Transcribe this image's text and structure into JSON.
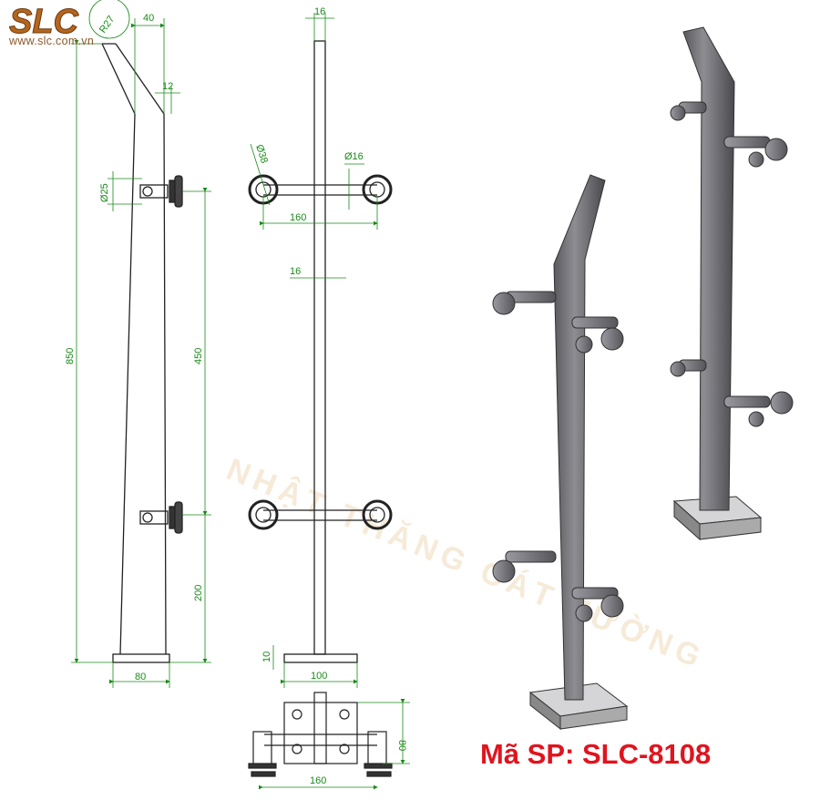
{
  "logo": {
    "brand": "SLC",
    "website": "www.slc.com.vn"
  },
  "watermark": "NHẬT THĂNG CÁT TƯỜNG",
  "product_code": "Mã SP: SLC-8108",
  "side_view": {
    "radius": "R27",
    "top_width": "40",
    "wall": "12",
    "clamp_dia": "Ø25",
    "total_height": "850",
    "spacing": "450",
    "bottom_offset": "200",
    "base_width": "80"
  },
  "front_view": {
    "pole_width_top": "16",
    "clamp_outer": "Ø38",
    "pin_dia": "Ø16",
    "arm_span": "160",
    "pole_width_mid": "16",
    "base_thickness": "10",
    "base_width": "100"
  },
  "bottom_view": {
    "base_depth": "80",
    "arm_span": "160"
  },
  "colors": {
    "dimension": "#1a8a1a",
    "code": "#e0141e",
    "logo": "#b5651d"
  }
}
